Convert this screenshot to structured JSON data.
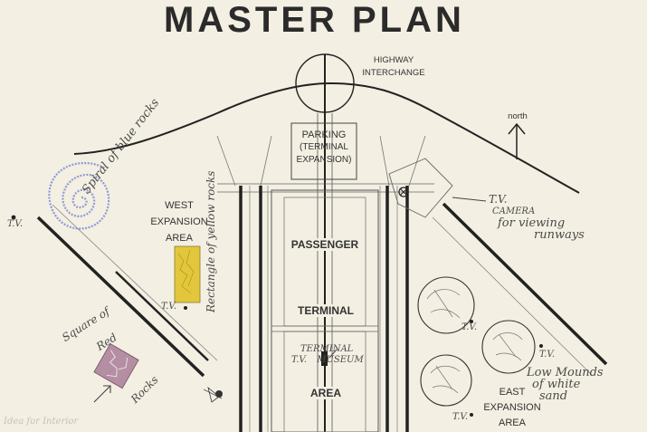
{
  "title": "MASTER PLAN",
  "labels": {
    "highway_line1": "HIGHWAY",
    "highway_line2": "INTERCHANGE",
    "north": "north",
    "parking_line1": "PARKING",
    "parking_line2": "(TERMINAL",
    "parking_line3": "EXPANSION)",
    "west_line1": "WEST",
    "west_line2": "EXPANSION",
    "west_line3": "AREA",
    "passenger": "PASSENGER",
    "terminal": "TERMINAL",
    "area": "AREA",
    "east_line1": "EAST",
    "east_line2": "EXPANSION",
    "east_line3": "AREA"
  },
  "annotations": {
    "spiral": "Spiral of blue rocks",
    "rectangle": "Rectangle of yellow rocks",
    "square_line1": "Square of",
    "square_line2": "Red",
    "square_line3": "Rocks",
    "camera_line1": "T.V.",
    "camera_line2": "CAMERA",
    "camera_line3": "for viewing",
    "camera_line4": "runways",
    "museum_line1": "TERMINAL",
    "museum_line2": "MUSEUM",
    "mounds_line1": "Low Mounds",
    "mounds_line2": "of white",
    "mounds_line3": "sand",
    "tv": "T.V.",
    "bottom_faint": "Idea for Interior"
  },
  "colors": {
    "paper": "#f3efe2",
    "ink": "#2a2a2a",
    "blue_rocks": "#8f9ad6",
    "yellow_rocks": "#e2c73c",
    "red_rocks": "#b48fa3"
  }
}
